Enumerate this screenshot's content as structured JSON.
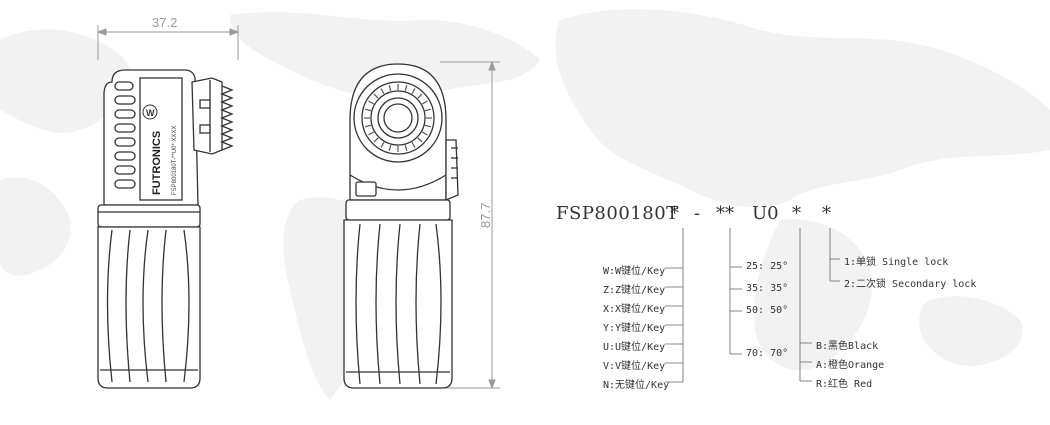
{
  "dimensions": {
    "width": "37.2",
    "height": "87.7"
  },
  "device": {
    "brand": "FUTRONICS",
    "label_text": "FSP800180T-**U0* XXXX"
  },
  "part_code": {
    "prefix": "FSP800180T",
    "tokens": [
      "*",
      "-",
      "**",
      "U0",
      "*",
      "*"
    ]
  },
  "key_options": [
    "W:W键位/Key",
    "Z:Z键位/Key",
    "X:X键位/Key",
    "Y:Y键位/Key",
    "U:U键位/Key",
    "V:V键位/Key",
    "N:无键位/Key"
  ],
  "angle_options": [
    "25: 25°",
    "35: 35°",
    "50: 50°",
    "70: 70°"
  ],
  "color_options": [
    "B:黑色Black",
    "A:橙色Orange",
    "R:红色 Red"
  ],
  "lock_options": [
    "1:单锁 Single lock",
    "2:二次锁 Secondary lock"
  ],
  "colors": {
    "line": "#333333",
    "map": "#f1f1f1",
    "dim": "#9a9a9a"
  }
}
